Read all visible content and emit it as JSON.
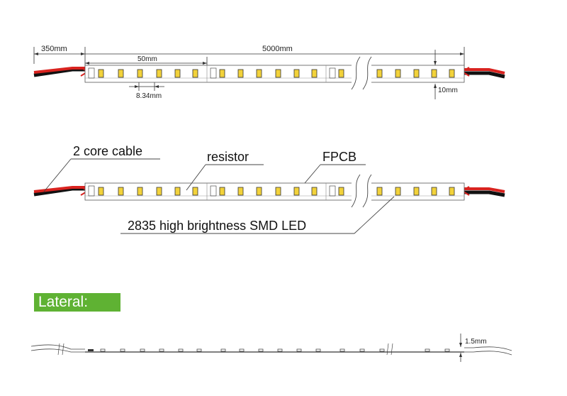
{
  "dimensions": {
    "cable_length": "350mm",
    "strip_length": "5000mm",
    "segment_length": "50mm",
    "led_pitch": "8.34mm",
    "strip_width": "10mm",
    "thickness": "1.5mm"
  },
  "callouts": {
    "cable": "2 core cable",
    "resistor": "resistor",
    "fpcb": "FPCB",
    "led": "2835 high brightness SMD LED"
  },
  "lateral": {
    "label": "Lateral:"
  },
  "colors": {
    "lateral_bg": "#5fb233",
    "wire_red": "#d9231f",
    "wire_black": "#111111",
    "led_body": "#f2d23a"
  }
}
